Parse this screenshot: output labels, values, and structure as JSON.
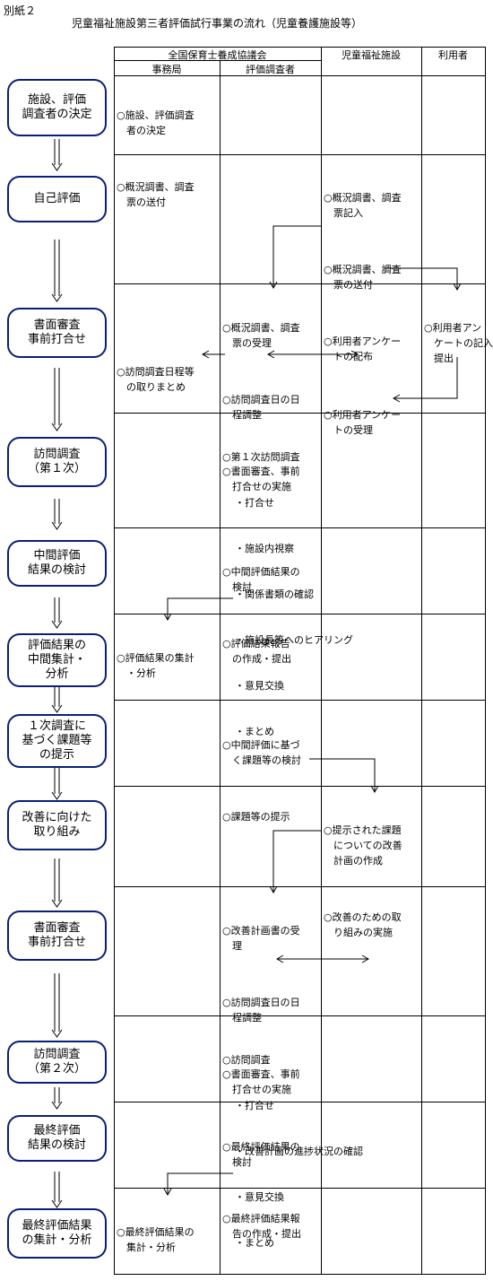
{
  "header": {
    "attachment": "別紙２",
    "title": "児童福祉施設第三者評価試行事業の流れ（児童養護施設等）"
  },
  "columns": {
    "council": "全国保育士養成協議会",
    "office": "事務局",
    "evaluators": "評価調査者",
    "facility": "児童福祉施設",
    "users": "利用者"
  },
  "steps": [
    "施設、評価\n調査者の決定",
    "自己評価",
    "書面審査\n事前打合せ",
    "訪問調査\n（第１次）",
    "中間評価\n結果の検討",
    "評価結果の\n中間集計・\n分析",
    "１次調査に\n基づく課題等\nの提示",
    "改善に向けた\n取り組み",
    "書面審査\n事前打合せ",
    "訪問調査\n（第２次）",
    "最終評価\n結果の検討",
    "最終評価結果\nの集計・分析"
  ],
  "cells": {
    "r1_office": [
      "○施設、評価調査\n　者の決定",
      "○概況調書、調査\n　票の送付"
    ],
    "r2_facility": [
      "○概況調書、調査\n　票記入",
      "○概況調書、調査\n　票の送付",
      "○利用者アンケー\n　トの配布"
    ],
    "r3_office": [
      "○訪問調査日程等\n　の取りまとめ"
    ],
    "r3_evaluators": [
      "○概況調書、調査\n　票の受理",
      "○訪問調査日の日\n　程調整",
      "○書面審査、事前\n　打合せの実施"
    ],
    "r3_facility": [
      "○利用者アンケー\n　トの受理"
    ],
    "r3_users": [
      "○利用者アン\n　ケートの記入、\n　提出"
    ],
    "r4_evaluators_title": "○第１次訪問調査",
    "r4_evaluators_items": [
      "・打合せ",
      "・施設内視察",
      "・関係書類の確認",
      "・施設長等へのヒアリング",
      "・意見交換",
      "・まとめ"
    ],
    "r5_evaluators": [
      "○中間評価結果の\n　検討",
      "○評価結果報告\n　の作成・提出"
    ],
    "r6_office": [
      "○評価結果の集計\n　・分析"
    ],
    "r7_evaluators": [
      "○中間評価に基づ\n　く課題等の検討",
      "○課題等の提示"
    ],
    "r8_facility": [
      "○提示された課題\n　についての改善\n　計画の作成",
      "○改善のための取\n　り組みの実施"
    ],
    "r9_evaluators": [
      "○改善計画書の受\n　理",
      "○訪問調査日の日\n　程調整",
      "○書面審査、事前\n　打合せの実施"
    ],
    "r10_evaluators_title": "○訪問調査",
    "r10_evaluators_items": [
      "・打合せ",
      "・改善計画の進捗状況の確認",
      "・意見交換",
      "・まとめ"
    ],
    "r11_evaluators": [
      "○最終評価結果の\n　検討",
      "○最終評価結果報\n　告の作成・提出"
    ],
    "r12_office": [
      "○最終評価結果の\n　集計・分析"
    ]
  }
}
